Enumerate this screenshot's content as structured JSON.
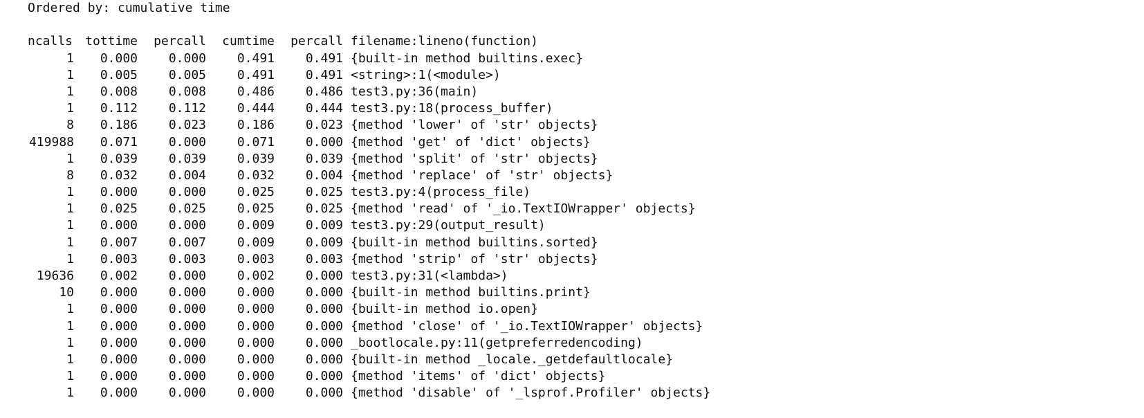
{
  "title": "Ordered by: cumulative time",
  "headers": {
    "ncalls": "ncalls",
    "tottime": "tottime",
    "percall": "percall",
    "cumtime": "cumtime",
    "percall2": "percall",
    "func": "filename:lineno(function)"
  },
  "rows": [
    {
      "ncalls": "1",
      "tottime": "0.000",
      "percall": "0.000",
      "cumtime": "0.491",
      "percall2": "0.491",
      "func": "{built-in method builtins.exec}"
    },
    {
      "ncalls": "1",
      "tottime": "0.005",
      "percall": "0.005",
      "cumtime": "0.491",
      "percall2": "0.491",
      "func": "<string>:1(<module>)"
    },
    {
      "ncalls": "1",
      "tottime": "0.008",
      "percall": "0.008",
      "cumtime": "0.486",
      "percall2": "0.486",
      "func": "test3.py:36(main)"
    },
    {
      "ncalls": "1",
      "tottime": "0.112",
      "percall": "0.112",
      "cumtime": "0.444",
      "percall2": "0.444",
      "func": "test3.py:18(process_buffer)"
    },
    {
      "ncalls": "8",
      "tottime": "0.186",
      "percall": "0.023",
      "cumtime": "0.186",
      "percall2": "0.023",
      "func": "{method 'lower' of 'str' objects}"
    },
    {
      "ncalls": "419988",
      "tottime": "0.071",
      "percall": "0.000",
      "cumtime": "0.071",
      "percall2": "0.000",
      "func": "{method 'get' of 'dict' objects}"
    },
    {
      "ncalls": "1",
      "tottime": "0.039",
      "percall": "0.039",
      "cumtime": "0.039",
      "percall2": "0.039",
      "func": "{method 'split' of 'str' objects}"
    },
    {
      "ncalls": "8",
      "tottime": "0.032",
      "percall": "0.004",
      "cumtime": "0.032",
      "percall2": "0.004",
      "func": "{method 'replace' of 'str' objects}"
    },
    {
      "ncalls": "1",
      "tottime": "0.000",
      "percall": "0.000",
      "cumtime": "0.025",
      "percall2": "0.025",
      "func": "test3.py:4(process_file)"
    },
    {
      "ncalls": "1",
      "tottime": "0.025",
      "percall": "0.025",
      "cumtime": "0.025",
      "percall2": "0.025",
      "func": "{method 'read' of '_io.TextIOWrapper' objects}"
    },
    {
      "ncalls": "1",
      "tottime": "0.000",
      "percall": "0.000",
      "cumtime": "0.009",
      "percall2": "0.009",
      "func": "test3.py:29(output_result)"
    },
    {
      "ncalls": "1",
      "tottime": "0.007",
      "percall": "0.007",
      "cumtime": "0.009",
      "percall2": "0.009",
      "func": "{built-in method builtins.sorted}"
    },
    {
      "ncalls": "1",
      "tottime": "0.003",
      "percall": "0.003",
      "cumtime": "0.003",
      "percall2": "0.003",
      "func": "{method 'strip' of 'str' objects}"
    },
    {
      "ncalls": "19636",
      "tottime": "0.002",
      "percall": "0.000",
      "cumtime": "0.002",
      "percall2": "0.000",
      "func": "test3.py:31(<lambda>)"
    },
    {
      "ncalls": "10",
      "tottime": "0.000",
      "percall": "0.000",
      "cumtime": "0.000",
      "percall2": "0.000",
      "func": "{built-in method builtins.print}"
    },
    {
      "ncalls": "1",
      "tottime": "0.000",
      "percall": "0.000",
      "cumtime": "0.000",
      "percall2": "0.000",
      "func": "{built-in method io.open}"
    },
    {
      "ncalls": "1",
      "tottime": "0.000",
      "percall": "0.000",
      "cumtime": "0.000",
      "percall2": "0.000",
      "func": "{method 'close' of '_io.TextIOWrapper' objects}"
    },
    {
      "ncalls": "1",
      "tottime": "0.000",
      "percall": "0.000",
      "cumtime": "0.000",
      "percall2": "0.000",
      "func": "_bootlocale.py:11(getpreferredencoding)"
    },
    {
      "ncalls": "1",
      "tottime": "0.000",
      "percall": "0.000",
      "cumtime": "0.000",
      "percall2": "0.000",
      "func": "{built-in method _locale._getdefaultlocale}"
    },
    {
      "ncalls": "1",
      "tottime": "0.000",
      "percall": "0.000",
      "cumtime": "0.000",
      "percall2": "0.000",
      "func": "{method 'items' of 'dict' objects}"
    },
    {
      "ncalls": "1",
      "tottime": "0.000",
      "percall": "0.000",
      "cumtime": "0.000",
      "percall2": "0.000",
      "func": "{method 'disable' of '_lsprof.Profiler' objects}"
    }
  ]
}
